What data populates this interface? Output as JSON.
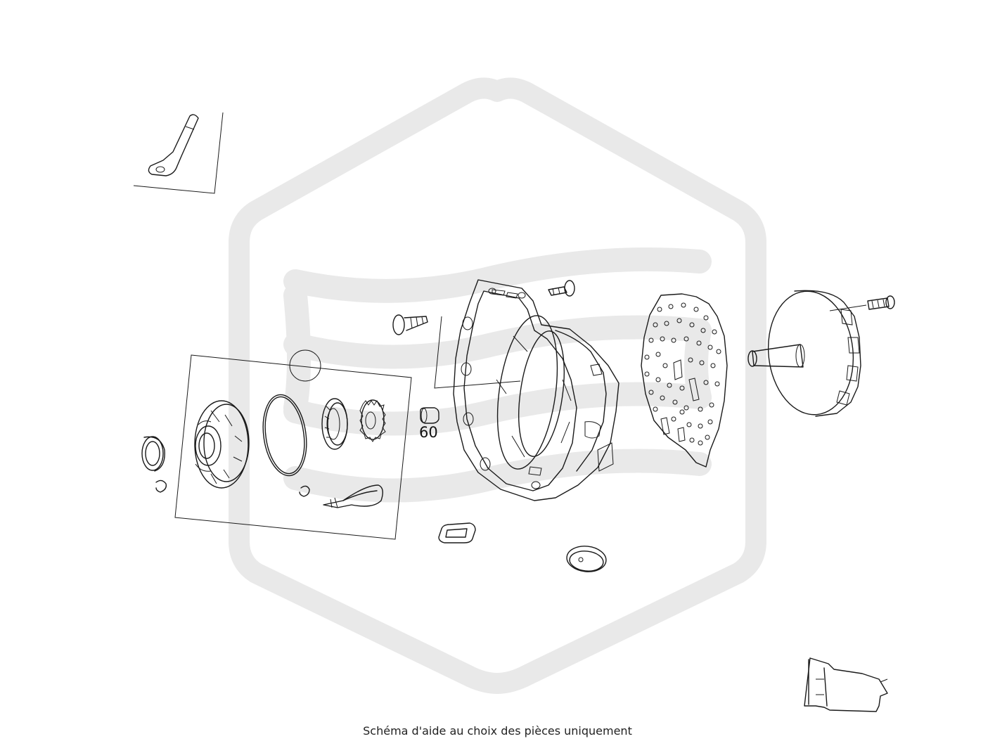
{
  "diagram": {
    "part_labels": [
      {
        "id": "spacer-sleeve",
        "text": "60"
      }
    ],
    "caption": "Schéma d'aide au choix des pièces uniquement"
  },
  "colors": {
    "line": "#1a1a1a",
    "watermark": "#e9e9e9",
    "background": "#ffffff"
  }
}
